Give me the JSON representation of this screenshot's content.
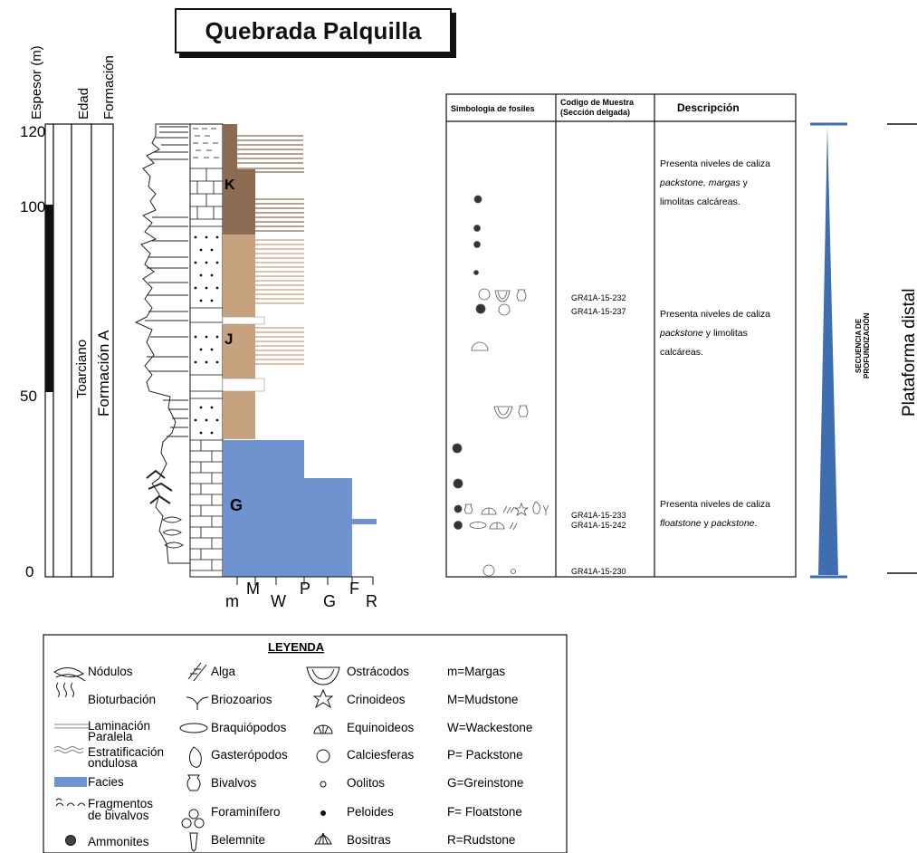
{
  "title": "Quebrada Palquilla",
  "column_headers": {
    "thickness": "Espesor (m)",
    "age": "Edad",
    "formation": "Formación"
  },
  "scale_ticks": [
    "120",
    "100",
    "50",
    "0"
  ],
  "age_label": "Toarciano",
  "formation_label": "Formación A",
  "facies_letters": [
    "K",
    "J",
    "G"
  ],
  "grain_scale": [
    "m",
    "M",
    "W",
    "P",
    "G",
    "F",
    "R"
  ],
  "table": {
    "headers": {
      "fossils": "Simbologia de fosiles",
      "sample_code_line1": "Codigo de Muestra",
      "sample_code_line2": "(Sección delgada)",
      "description": "Descripción"
    },
    "samples": [
      "GR41A-15-232",
      "GR41A-15-237",
      "GR41A-15-233",
      "GR41A-15-242",
      "GR41A-15-230"
    ],
    "descriptions": [
      {
        "before": "Presenta niveles de caliza",
        "italic": "packstone, margas",
        "after": " y",
        "line3": "limolitas calcáreas."
      },
      {
        "before": "Presenta niveles de caliza",
        "italic": "packstone",
        "after": " y limolitas",
        "line3": "calcáreas."
      },
      {
        "before": "Presenta niveles de caliza",
        "italic": "floatstone",
        "after": " y ",
        "italic2": "packstone",
        "after2": "."
      }
    ]
  },
  "sequence": {
    "label_line1": "SECUENCIA DE",
    "label_line2": "PROFUNDIZACIÓN",
    "environment": "Plataforma distal"
  },
  "legend": {
    "title": "LEYENDA",
    "col1": [
      "Nódulos",
      "Bioturbación",
      "Laminación",
      "Paralela",
      "Estratificación",
      "ondulosa",
      "Facies",
      "Fragmentos",
      "de bivalvos",
      "Ammonites"
    ],
    "col2": [
      "Alga",
      "Briozoarios",
      "Braquiópodos",
      "Gasterópodos",
      "Bivalvos",
      "Foraminífero",
      "Belemnite"
    ],
    "col3": [
      "Ostrácodos",
      "Crinoideos",
      "Equinoideos",
      "Calciesferas",
      "Oolitos",
      "Peloides",
      "Bositras"
    ],
    "col4": [
      "m=Margas",
      "M=Mudstone",
      "W=Wackestone",
      "P= Packstone",
      "G=Greinstone",
      "F= Floatstone",
      "R=Rudstone"
    ]
  },
  "colors": {
    "facies_tan": "#c7a27e",
    "facies_brown": "#8b6b52",
    "facies_blue": "#6f93cf",
    "triangle_blue": "#3f6eb0",
    "rule": "#111111"
  }
}
